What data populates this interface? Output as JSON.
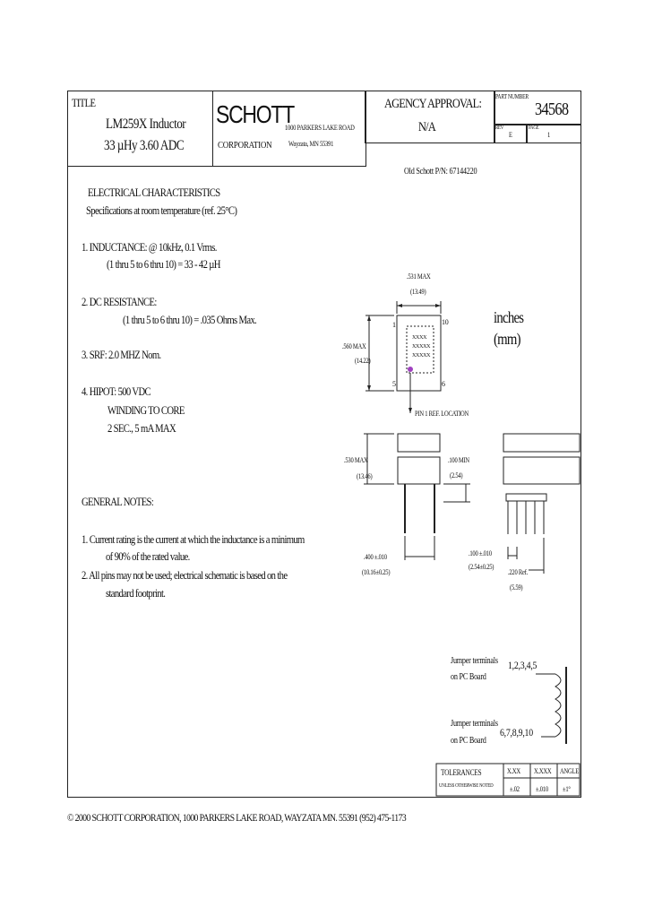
{
  "title_block": {
    "title_label": "TITLE",
    "title_line1": "LM259X Inductor",
    "title_line2": "33 µHy 3.60 ADC",
    "company_logo": "SCHOTT",
    "company_sub": "CORPORATION",
    "addr_line1": "1000 PARKERS LAKE ROAD",
    "addr_line2": "Wayzata, MN 55391",
    "agency_label": "AGENCY APPROVAL:",
    "agency_value": "N/A",
    "part_number_label": "PART NUMBER",
    "part_number": "34568",
    "rev_label": "REV",
    "rev_value": "E",
    "page_label": "PAGE",
    "page_value": "1",
    "old_pn": "Old Schott P/N: 67144220"
  },
  "electrical": {
    "heading": "ELECTRICAL CHARACTERISTICS",
    "spec_note": "Specifications at room temperature (ref. 25°C)",
    "item1_a": "1. INDUCTANCE: @ 10kHz, 0.1 Vrms.",
    "item1_b": "(1 thru 5 to 6 thru 10) =  33 - 42 µH",
    "item2_a": "2. DC RESISTANCE:",
    "item2_b": "(1 thru 5 to 6 thru 10) = .035 Ohms Max.",
    "item3": "3. SRF: 2.0 MHZ   Nom.",
    "item4_a": "4. HIPOT: 500 VDC",
    "item4_b": "WINDING TO CORE",
    "item4_c": "2 SEC., 5 mA MAX"
  },
  "notes": {
    "heading": "GENERAL NOTES:",
    "note1_a": "1. Current rating is the current at which the inductance is a minimum",
    "note1_b": "of 90% of the rated value.",
    "note2_a": "2. All pins may not be used; electrical schematic is based on the",
    "note2_b": "standard footprint."
  },
  "drawing": {
    "units_line1": "inches",
    "units_line2": "(mm)",
    "dim_top": ".531 MAX",
    "dim_top_mm": "(13.49)",
    "dim_left": ".560 MAX",
    "dim_left_mm": "(14.22)",
    "pin_marks_left": [
      "1",
      "5"
    ],
    "pin_marks_right": [
      "10",
      "6"
    ],
    "label_lines": [
      "XXXX",
      "XXXXX",
      "XXXXX"
    ],
    "pin1_note": "PIN 1 REF. LOCATION",
    "dim_height": ".530 MAX",
    "dim_height_mm": "(13.46)",
    "dim_lead": ".100 MIN",
    "dim_lead_mm": "(2.54)",
    "dim_span": ".400 ±.010",
    "dim_span_mm": "(10.16±0.25)",
    "dim_pitch": ".100 ±.010",
    "dim_pitch_mm": "(2.54±0.25)",
    "dim_row": ".220 Ref.",
    "dim_row_mm": "(5.59)",
    "sch_top_label1": "Jumper terminals",
    "sch_top_label2": "on PC Board",
    "sch_top_pins": "1,2,3,4,5",
    "sch_bot_label1": "Jumper terminals",
    "sch_bot_label2": "on PC Board",
    "sch_bot_pins": "6,7,8,9,10"
  },
  "tolerances": {
    "label": "TOLERANCES",
    "sub_label": "UNLESS OTHERWISE NOTED",
    "col1_head": "X.XX",
    "col2_head": "X.XXX",
    "col3_head": "ANGLE",
    "col1_val": "±.02",
    "col2_val": "±.010",
    "col3_val": "±1°"
  },
  "footer": {
    "copyright": "© 2000 SCHOTT CORPORATION, 1000 PARKERS LAKE ROAD, WAYZATA MN. 55391   (952) 475-1173"
  }
}
